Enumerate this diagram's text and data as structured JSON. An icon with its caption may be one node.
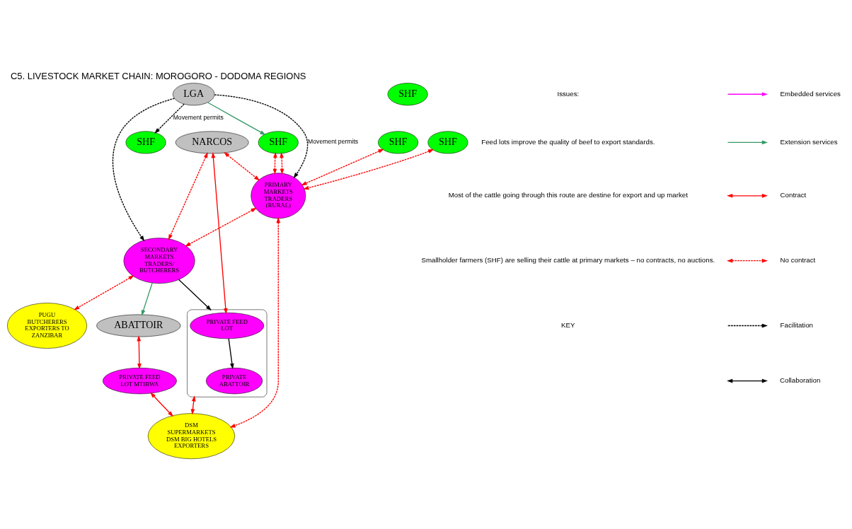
{
  "diagram": {
    "title": "C5. LIVESTOCK MARKET CHAIN: MOROGORO - DODOMA REGIONS",
    "nodes": [
      {
        "text": [],
        "shape": "cloud"
      },
      {
        "text": [
          "PRIVATE FEED LOT"
        ],
        "in": 0
      },
      {
        "text": [
          "PRIVATE ABATTOIR"
        ],
        "in": 0
      },
      {
        "text": [
          "NARCOS"
        ]
      },
      {
        "text": [
          "SHF"
        ]
      },
      {
        "text": [
          "SHF"
        ]
      },
      {
        "text": [
          "SHF"
        ]
      },
      {
        "text": [
          "SHF"
        ]
      },
      {
        "text": [
          "SHF"
        ]
      },
      {
        "text": [
          "PRIMARY MARKETS TRADERS (RURAL)"
        ]
      },
      {
        "text": [
          "SECONDARY MARKETS TRADERS/ BUTCHERERS"
        ]
      },
      {
        "text": [
          "PUGU BUTCHERERS EXPORTERS TO ZANZIBAR"
        ]
      },
      {
        "text": [
          "DSM SUPERMARKETS DSM BIG HOTELS EXPORTERS"
        ]
      },
      {
        "text": [
          "LGA"
        ]
      },
      {
        "text": [
          "ABATTOIR"
        ]
      },
      {
        "text": [
          "PRIVATE FEED LOT MTIBWA"
        ]
      }
    ],
    "edges": [
      {
        "from": 4,
        "to": 9,
        "arrow": "both",
        "style": "dashed"
      },
      {
        "from": 6,
        "to": 9,
        "arrow": "both",
        "style": "dashed"
      },
      {
        "from": 8,
        "to": 9,
        "arrow": "both",
        "style": "dashed"
      },
      {
        "from": 8,
        "to": 9,
        "arrow": "both",
        "style": "dashed"
      },
      {
        "from": 3,
        "to": 9,
        "arrow": "both",
        "style": "dashed"
      },
      {
        "from": 3,
        "to": 10,
        "arrow": "both",
        "style": "dashed"
      },
      {
        "from": 3,
        "to": 1,
        "arrow": "both"
      },
      {
        "from": 9,
        "to": 10,
        "arrow": "both",
        "style": "dashed"
      },
      {
        "from": 10,
        "to": 0,
        "arrow": "to",
        "color": "#000000"
      },
      {
        "from": 1,
        "to": 2,
        "arrow": "to",
        "color": "#000000"
      },
      {
        "from": 10,
        "to": 11,
        "arrow": "both",
        "style": "dashed"
      },
      {
        "from": 0,
        "to": 12,
        "arrow": "both"
      },
      {
        "from": 9,
        "to": 12,
        "arrow": "both",
        "style": "dashed"
      },
      {
        "from": 15,
        "to": 12,
        "arrow": "both"
      },
      {
        "from": 14,
        "to": 15,
        "arrow": "both"
      },
      {
        "from": 13,
        "to": 7,
        "arrow": "to",
        "style": "dashed",
        "color": "#000000",
        "label": "Movement permits"
      },
      {
        "from": 13,
        "to": 8,
        "arrow": "to",
        "color": "#339966"
      },
      {
        "from": 13,
        "to": 9,
        "arrow": "to",
        "style": "dashed",
        "color": "#000000",
        "label": "Movement permits"
      },
      {
        "from": 13,
        "to": 10,
        "arrow": "to",
        "style": "dashed",
        "color": "#000000"
      },
      {
        "from": 10,
        "to": 14,
        "arrow": "to",
        "color": "#339966"
      }
    ],
    "labels": [
      "Issues:",
      "Feed lots improve the quality of beef to export standards.",
      "Most of the cattle going through this route are destine for export and up market",
      "Smallholder farmers (SHF) are selling their cattle at primary markets – no contracts, no auctions.",
      "KEY"
    ],
    "legend": [
      {
        "text": "Embedded services"
      },
      {
        "text": "Extension services"
      },
      {
        "text": "Contract"
      },
      {
        "text": "No contract"
      },
      {
        "text": "Facilitation"
      },
      {
        "text": "Collaboration"
      }
    ]
  }
}
